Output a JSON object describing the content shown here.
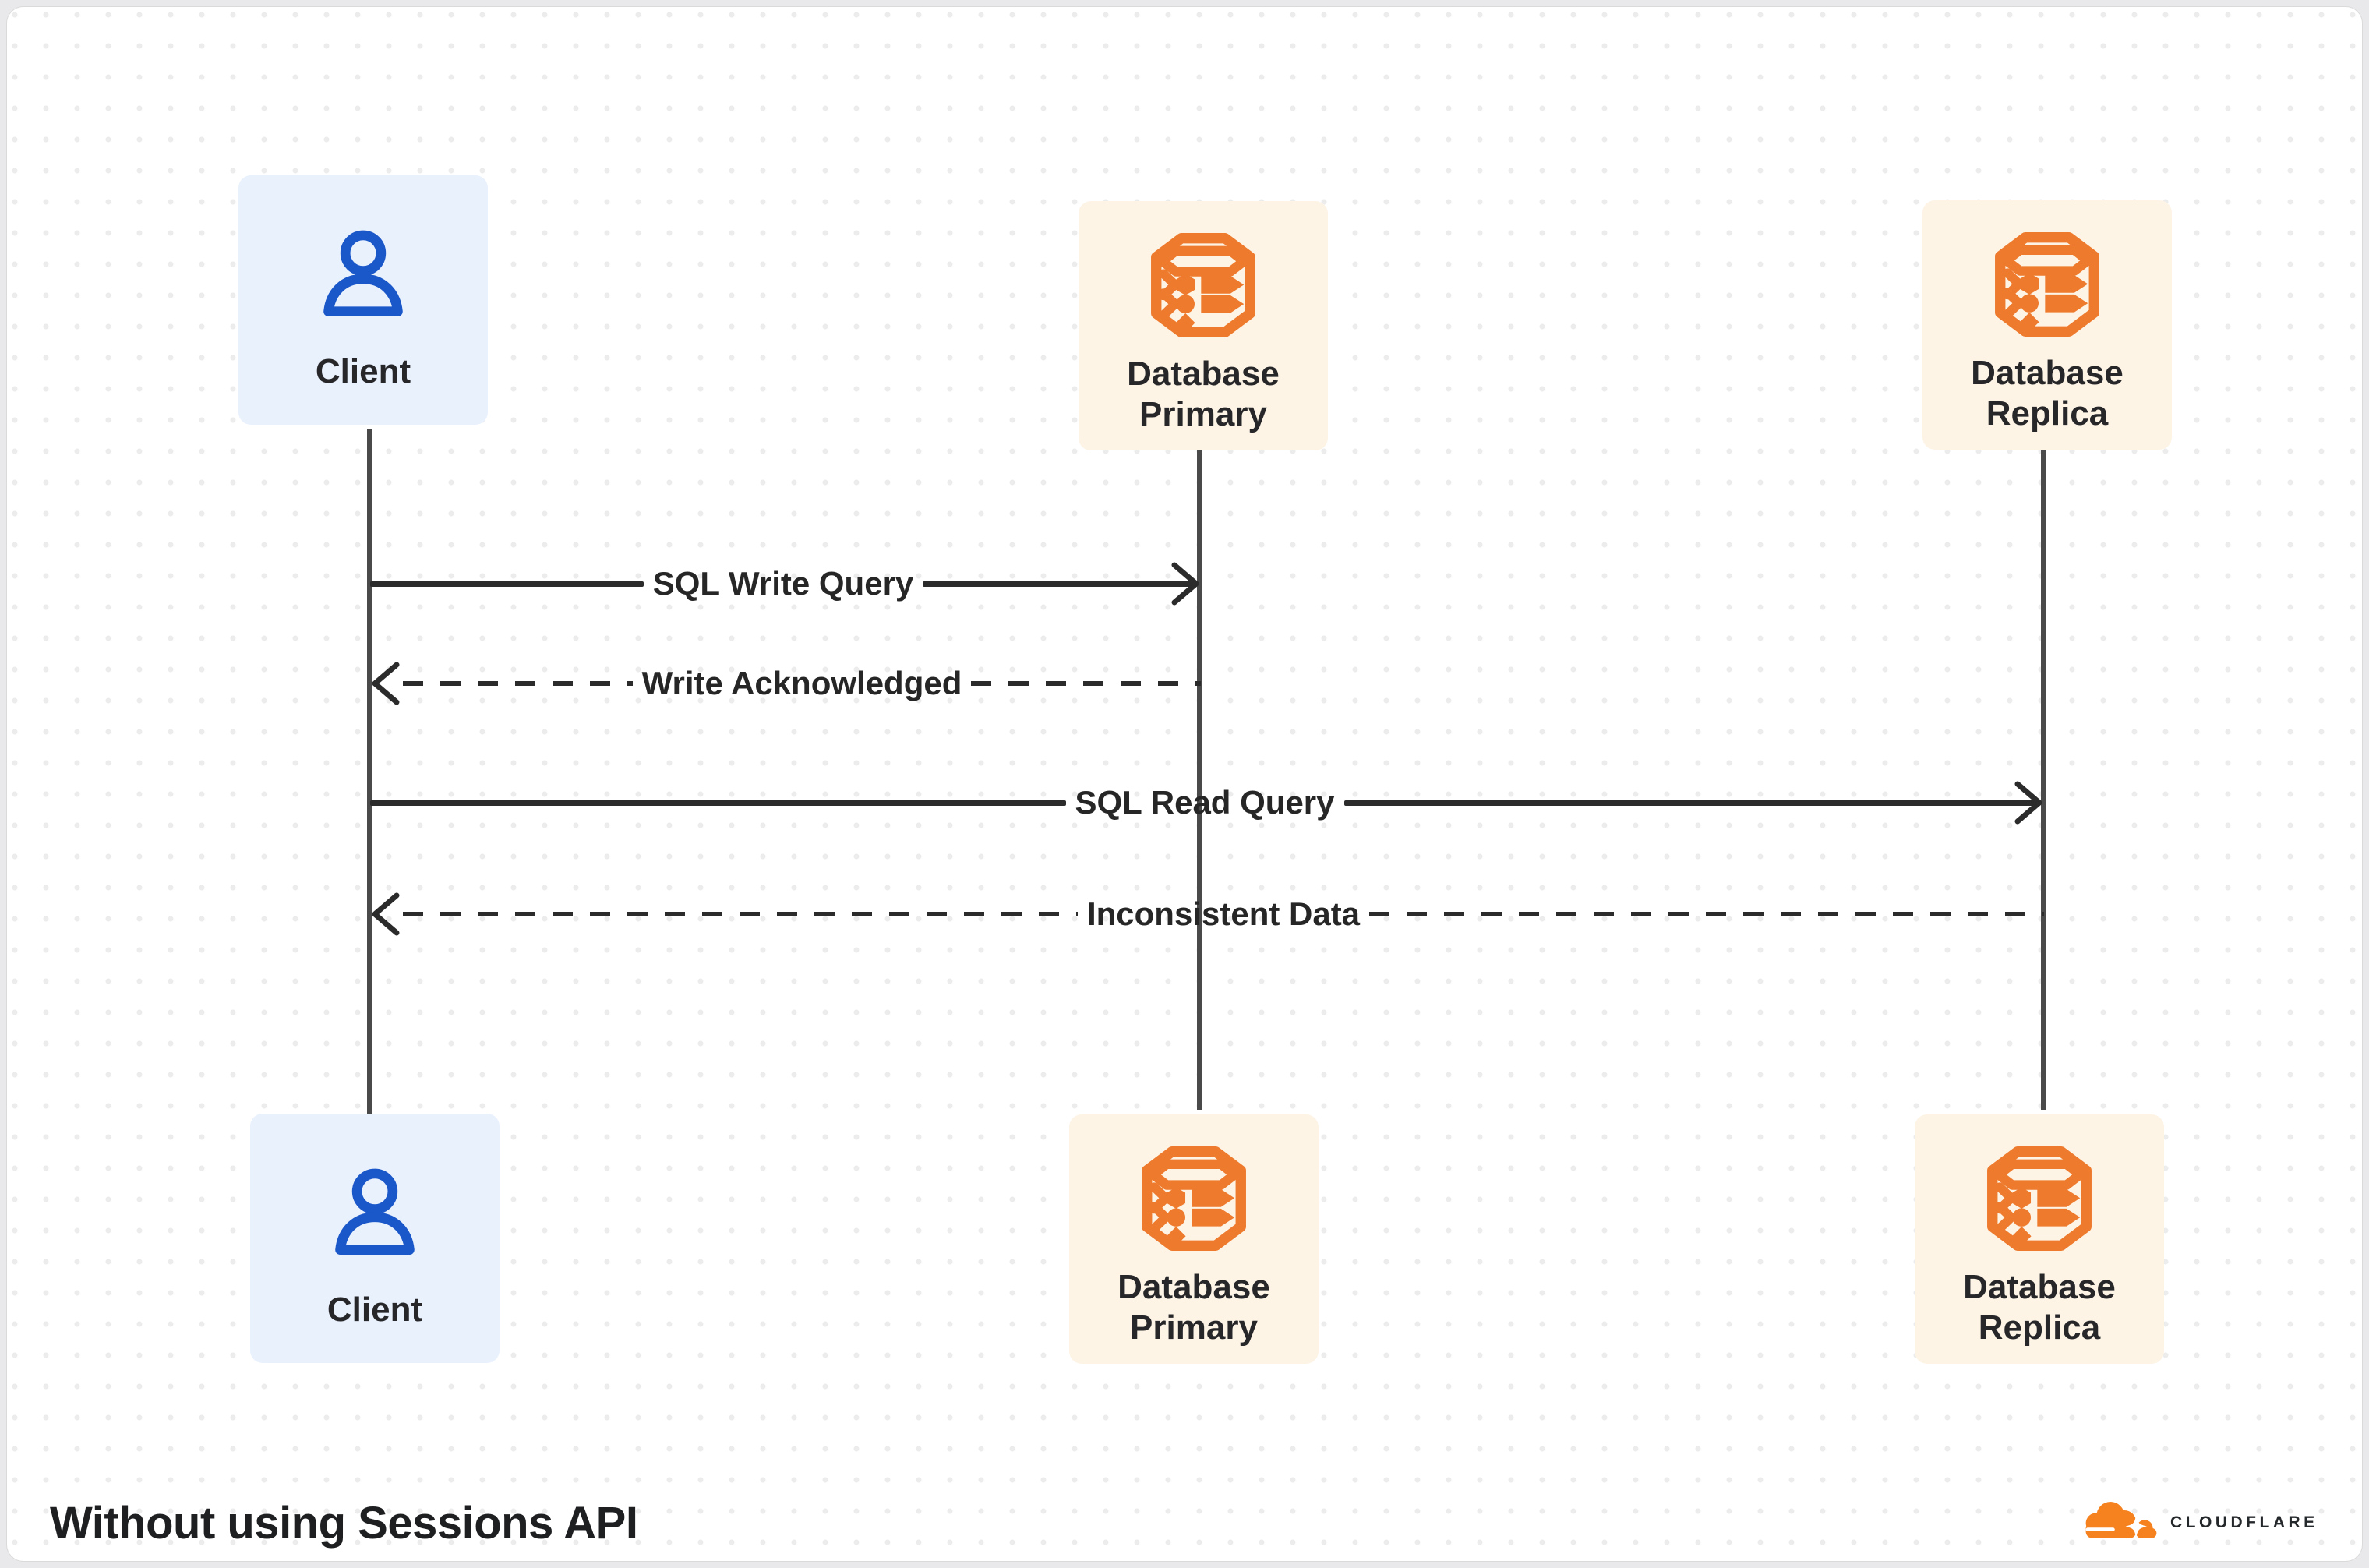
{
  "diagram": {
    "title": "Without using Sessions API",
    "brand": "CLOUDFLARE",
    "nodes": {
      "client_top": {
        "label": "Client"
      },
      "primary_top": {
        "line1": "Database",
        "line2": "Primary"
      },
      "replica_top": {
        "line1": "Database",
        "line2": "Replica"
      },
      "client_bottom": {
        "label": "Client"
      },
      "primary_bottom": {
        "line1": "Database",
        "line2": "Primary"
      },
      "replica_bottom": {
        "line1": "Database",
        "line2": "Replica"
      }
    },
    "messages": [
      {
        "label": "SQL Write Query",
        "style": "solid",
        "direction": "right",
        "from": "Client",
        "to": "Database Primary"
      },
      {
        "label": "Write Acknowledged",
        "style": "dashed",
        "direction": "left",
        "from": "Database Primary",
        "to": "Client"
      },
      {
        "label": "SQL Read Query",
        "style": "solid",
        "direction": "right",
        "from": "Client",
        "to": "Database Replica"
      },
      {
        "label": "Inconsistent Data",
        "style": "dashed",
        "direction": "left",
        "from": "Database Replica",
        "to": "Client"
      }
    ],
    "colors": {
      "accent_orange": "#ee7a2d",
      "accent_blue": "#1a57c8",
      "node_cream": "#fdf4e6",
      "node_blue": "#e9f1fd",
      "line": "#2b2b2b",
      "lifeline": "#4a4a4a",
      "logo_orange": "#f6821f"
    }
  }
}
